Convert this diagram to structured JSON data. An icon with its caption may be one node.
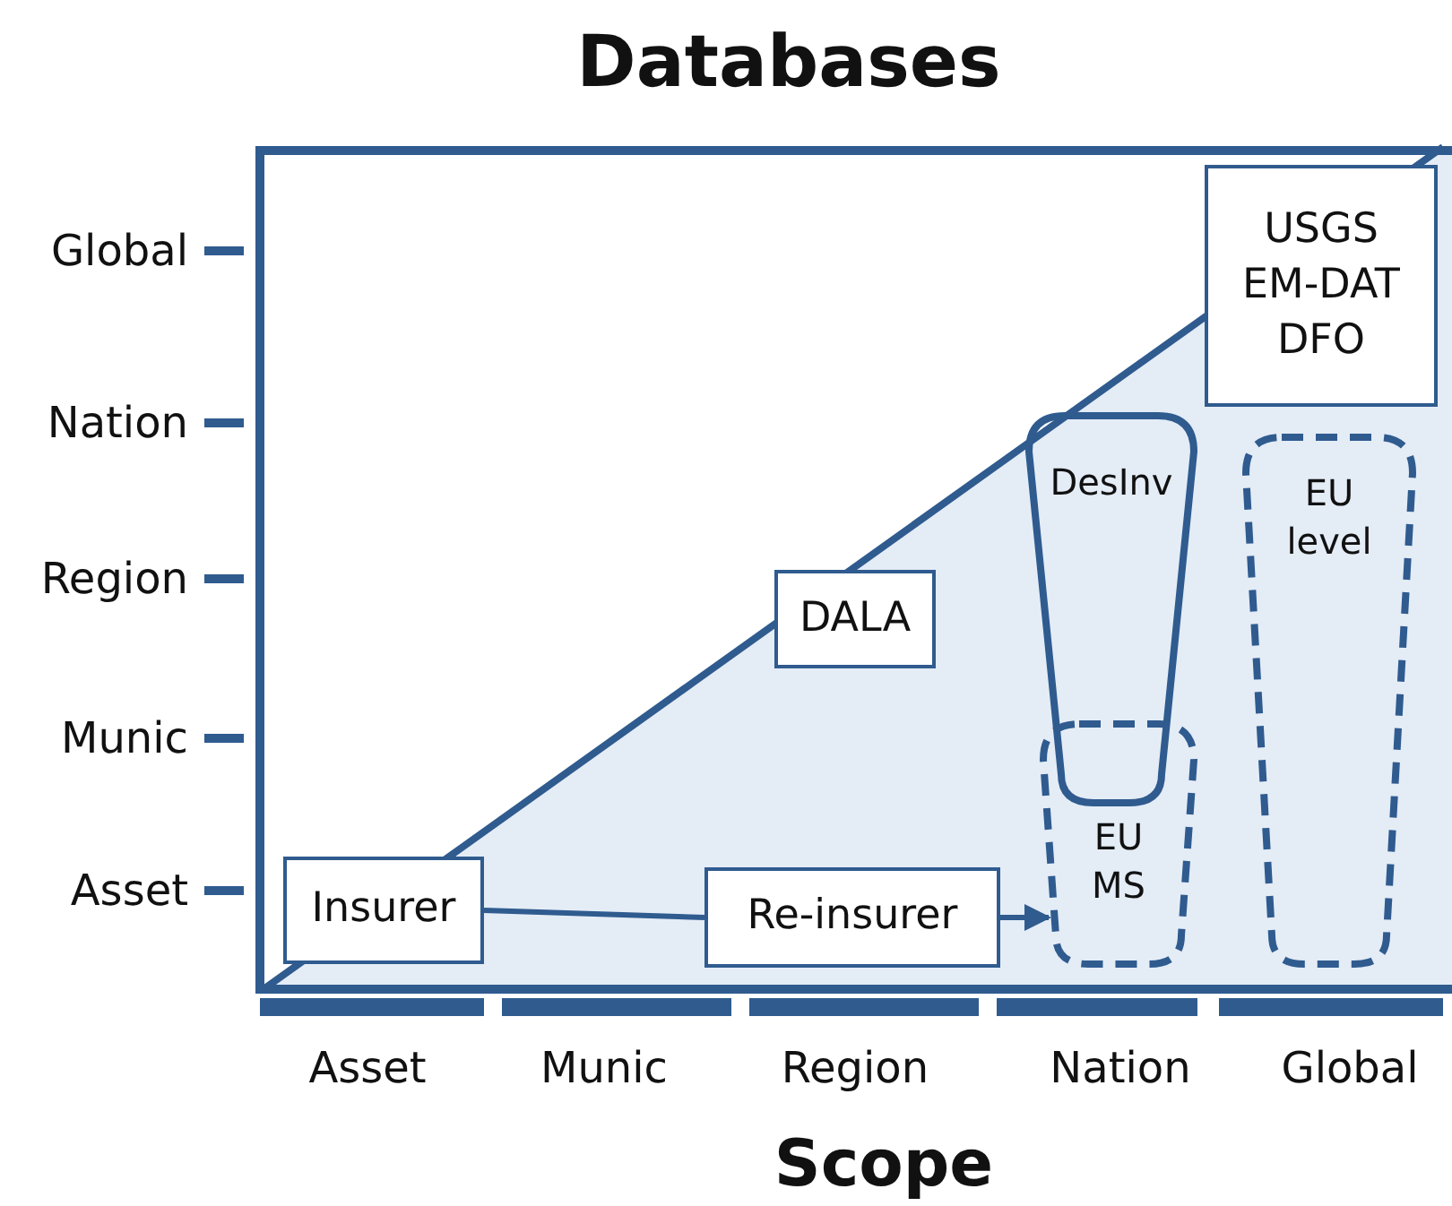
{
  "diagram": {
    "title": "Databases",
    "nodes": [
      {
        "text": [
          "USGS EM-DAT DFO"
        ]
      },
      {
        "text": [
          "DesInv"
        ]
      },
      {
        "text": [
          "EU level"
        ]
      },
      {
        "text": [
          "DALA"
        ]
      },
      {
        "text": [
          "EU MS"
        ]
      },
      {
        "text": [
          "Insurer"
        ]
      },
      {
        "text": [
          "Re-insurer"
        ]
      }
    ],
    "edges": [
      {
        "from": 5,
        "to": 6,
        "arrow": "none"
      },
      {
        "from": 6,
        "to": 4,
        "arrow": "to"
      }
    ],
    "labels": [
      "Global",
      "Nation",
      "Region",
      "Munic",
      "Asset",
      "Asset",
      "Munic",
      "Region",
      "Nation",
      "Global",
      "Scope"
    ]
  }
}
